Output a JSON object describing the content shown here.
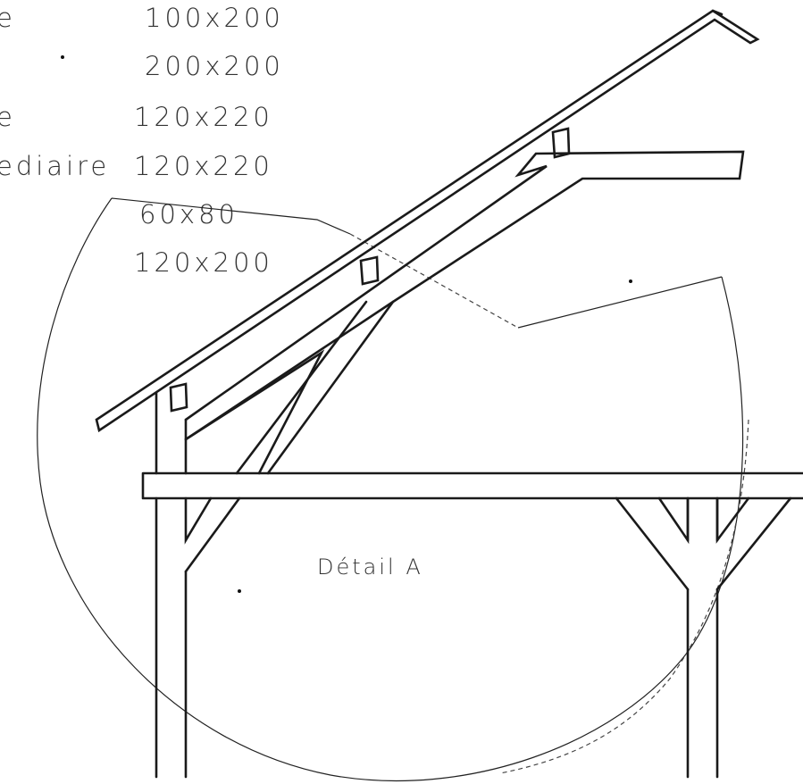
{
  "schedule": [
    {
      "label": "e",
      "size": "100x200"
    },
    {
      "label": "",
      "size": "200x200"
    },
    {
      "label": "e",
      "size": "120x220"
    },
    {
      "label": "ediaire",
      "size": "120x220"
    },
    {
      "label": "",
      "size": "60x80"
    },
    {
      "label": "",
      "size": "120x200"
    }
  ],
  "detail_caption": "Détail A",
  "colors": {
    "ink": "#1a1a1a",
    "paper": "#ffffff"
  }
}
